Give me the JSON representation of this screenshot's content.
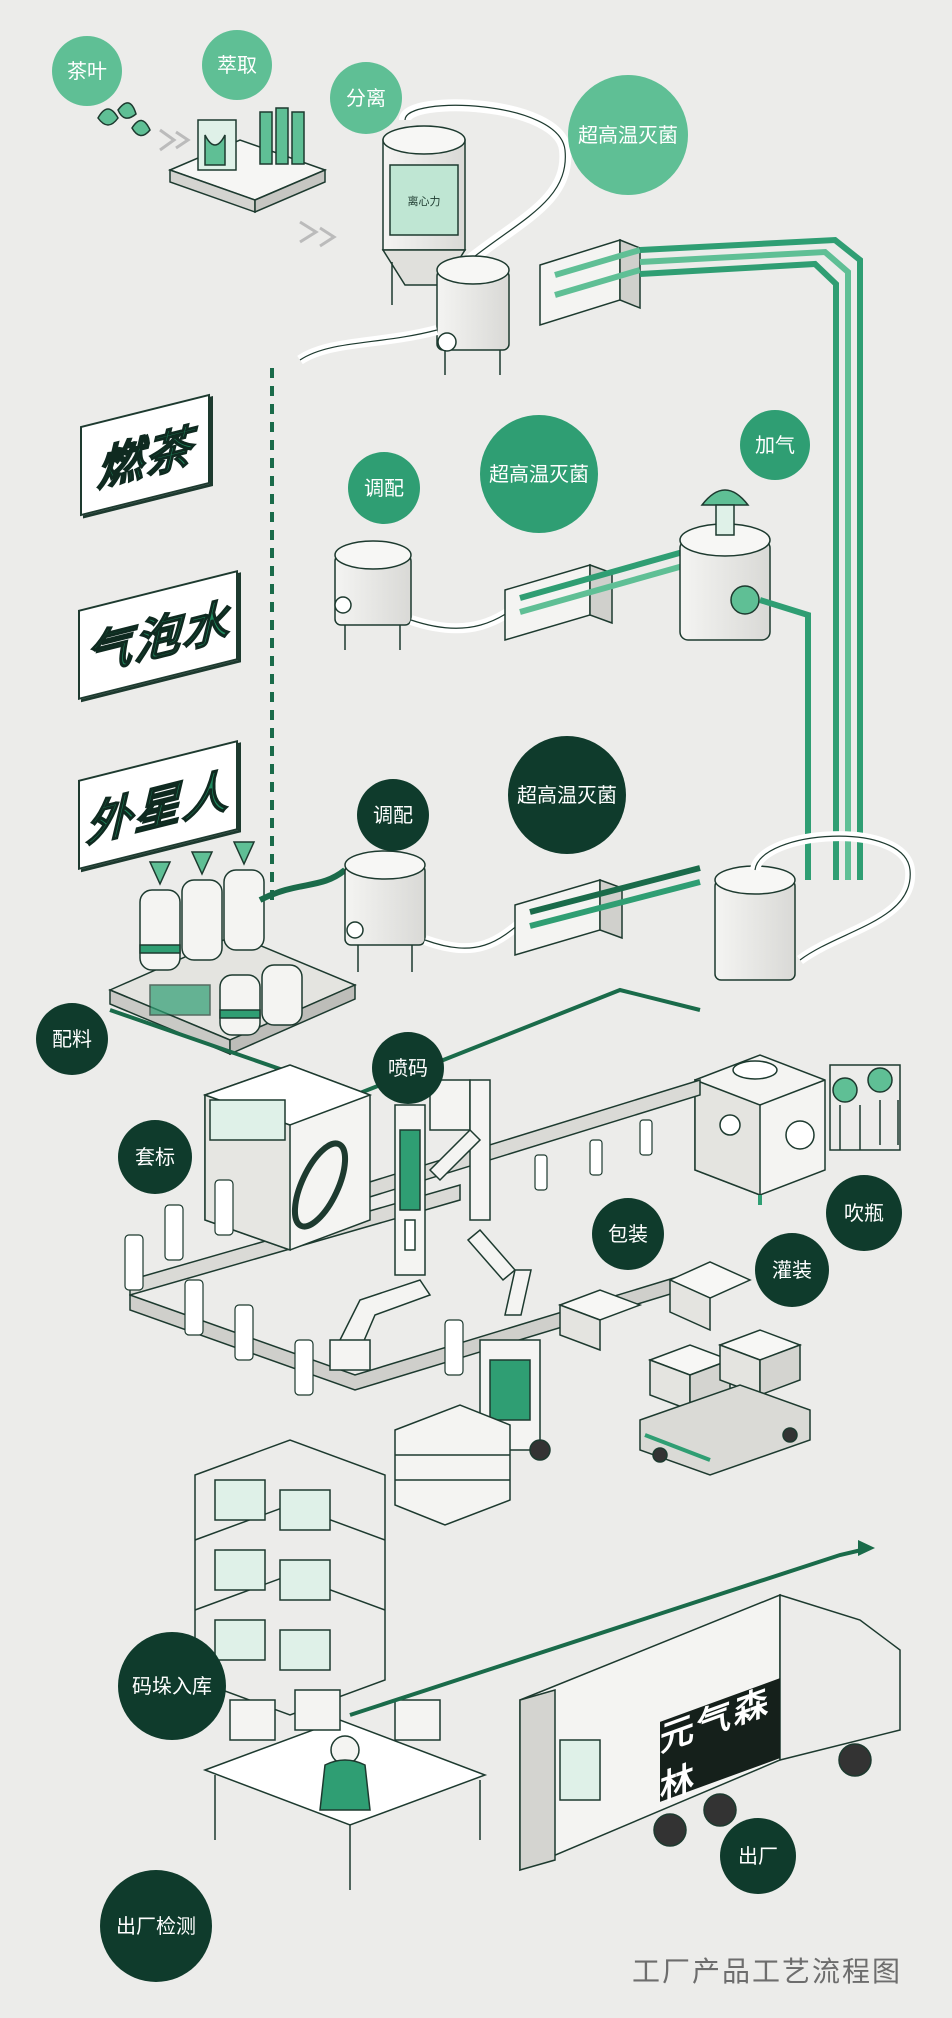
{
  "labels": {
    "tea_leaf": "茶叶",
    "extract": "萃取",
    "separate": "分离",
    "uht_1": "超高温灭菌",
    "mix_sparkling": "调配",
    "uht_2": "超高温灭菌",
    "carbonate": "加气",
    "mix_alien": "调配",
    "uht_3": "超高温灭菌",
    "ingredients": "配料",
    "inkjet_code": "喷码",
    "labeling": "套标",
    "packing": "包装",
    "blow_bottle": "吹瓶",
    "filling": "灌装",
    "stack_storage": "码垛入库",
    "factory_inspection": "出厂检测",
    "ship_out": "出厂"
  },
  "banners": {
    "burn_tea": "燃茶",
    "sparkling_water": "气泡水",
    "alien": "外星人"
  },
  "truck": {
    "brand": "元气森林"
  },
  "machine_text": {
    "centrifuge": "离心力"
  },
  "footer": "工厂产品工艺流程图",
  "colors": {
    "background": "#ececea",
    "light_green": "#5fbf95",
    "mid_green": "#2f9e73",
    "dark_green": "#0f3b2c",
    "line": "#1d3a2f"
  }
}
